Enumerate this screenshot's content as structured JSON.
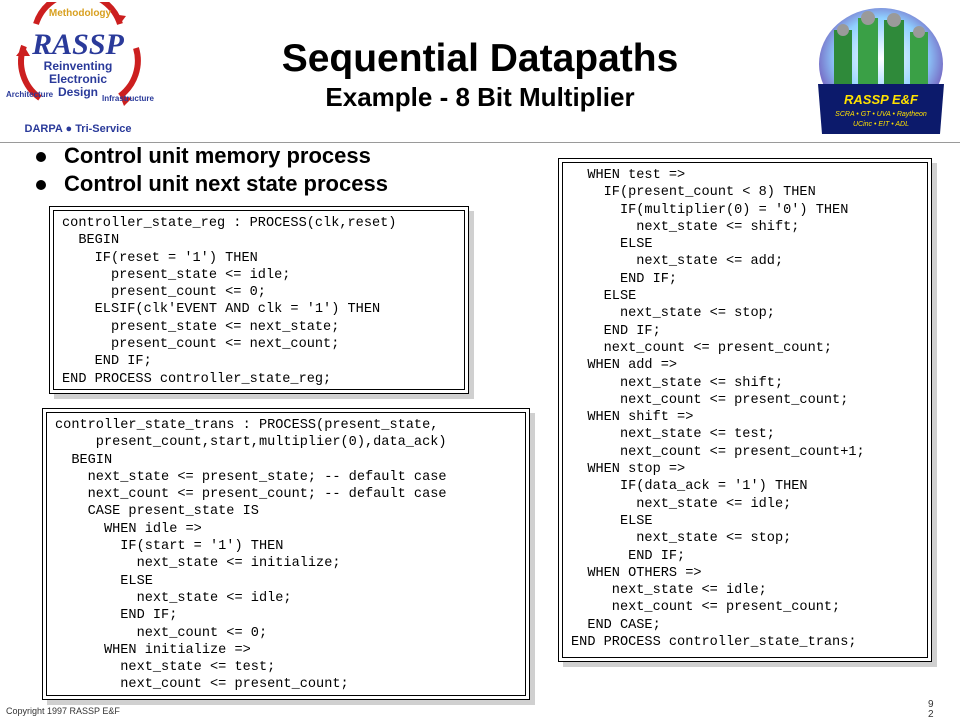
{
  "slide": {
    "title": "Sequential Datapaths",
    "subtitle": "Example - 8 Bit Multiplier",
    "bullets": [
      "Control unit memory process",
      "Control unit next state process"
    ],
    "copyright": "Copyright 1997 RASSP E&F",
    "page_number": "9\n2"
  },
  "logo_left": {
    "top_label": "Methodology",
    "name": "RASSP",
    "line1": "Reinventing",
    "line2": "Electronic",
    "line3": "Design",
    "left_label": "Architecture",
    "right_label": "Infrastructure",
    "bottom_label": "DARPA ● Tri-Service"
  },
  "logo_right": {
    "name": "RASSP E&F",
    "line1": "SCRA • GT • UVA • Raytheon",
    "line2": "UCinc • EIT • ADL"
  },
  "code": {
    "state_reg": "controller_state_reg : PROCESS(clk,reset)\n  BEGIN\n    IF(reset = '1') THEN\n      present_state <= idle;\n      present_count <= 0;\n    ELSIF(clk'EVENT AND clk = '1') THEN\n      present_state <= next_state;\n      present_count <= next_count;\n    END IF;\nEND PROCESS controller_state_reg;",
    "state_trans": "controller_state_trans : PROCESS(present_state,\n     present_count,start,multiplier(0),data_ack)\n  BEGIN\n    next_state <= present_state; -- default case\n    next_count <= present_count; -- default case\n    CASE present_state IS\n      WHEN idle =>\n        IF(start = '1') THEN\n          next_state <= initialize;\n        ELSE\n          next_state <= idle;\n        END IF;\n          next_count <= 0;\n      WHEN initialize =>\n        next_state <= test;\n        next_count <= present_count;",
    "state_trans_cont": "  WHEN test =>\n    IF(present_count < 8) THEN\n      IF(multiplier(0) = '0') THEN\n        next_state <= shift;\n      ELSE\n        next_state <= add;\n      END IF;\n    ELSE\n      next_state <= stop;\n    END IF;\n    next_count <= present_count;\n  WHEN add =>\n      next_state <= shift;\n      next_count <= present_count;\n  WHEN shift =>\n      next_state <= test;\n      next_count <= present_count+1;\n  WHEN stop =>\n      IF(data_ack = '1') THEN\n        next_state <= idle;\n      ELSE\n        next_state <= stop;\n       END IF;\n  WHEN OTHERS =>\n     next_state <= idle;\n     next_count <= present_count;\n  END CASE;\nEND PROCESS controller_state_trans;"
  },
  "colors": {
    "logo_red": "#cc1f1f",
    "logo_blue": "#2a3a9a",
    "logo_gold": "#d8a020",
    "emblem_navy": "#0c1a6b",
    "emblem_yellow": "#ffe100"
  }
}
